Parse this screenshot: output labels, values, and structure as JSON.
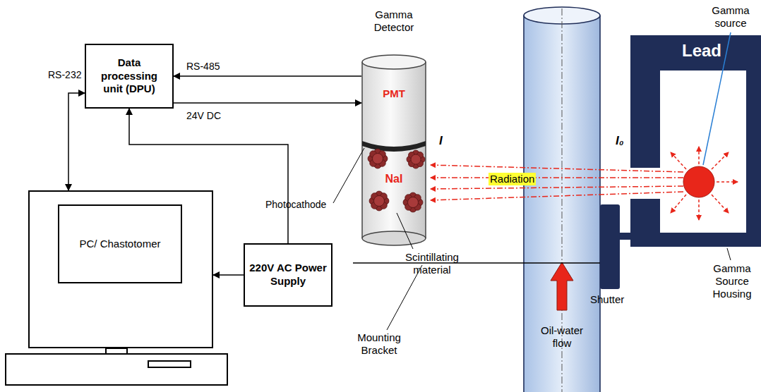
{
  "diagram": {
    "nodes": [
      {
        "text": [
          "Data processing unit (DPU)"
        ]
      },
      {
        "text": [
          "Gamma Detector",
          "PMT",
          "NaI"
        ]
      },
      {
        "text": [
          "PC/ Chastotomer"
        ]
      },
      {
        "text": [
          "220V AC Power Supply"
        ]
      },
      {
        "text": [
          "Oil-water flow"
        ]
      },
      {
        "text": [
          "Lead"
        ]
      }
    ],
    "edges": [
      {
        "from": 1,
        "to": 0,
        "arrow": "to",
        "label": "RS-485"
      },
      {
        "from": 0,
        "to": 1,
        "arrow": "to",
        "label": "24V DC"
      },
      {
        "from": 0,
        "to": 2,
        "arrow": "both",
        "label": "RS-232"
      },
      {
        "from": 3,
        "to": 0,
        "arrow": "to"
      },
      {
        "from": 3,
        "to": 2,
        "arrow": "to"
      }
    ],
    "labels": [
      "I",
      "I₀",
      "Radiation",
      "Gamma source",
      "Photocathode",
      "Scintillating material",
      "Mounting Bracket",
      "Shutter",
      "Gamma Source Housing"
    ]
  }
}
